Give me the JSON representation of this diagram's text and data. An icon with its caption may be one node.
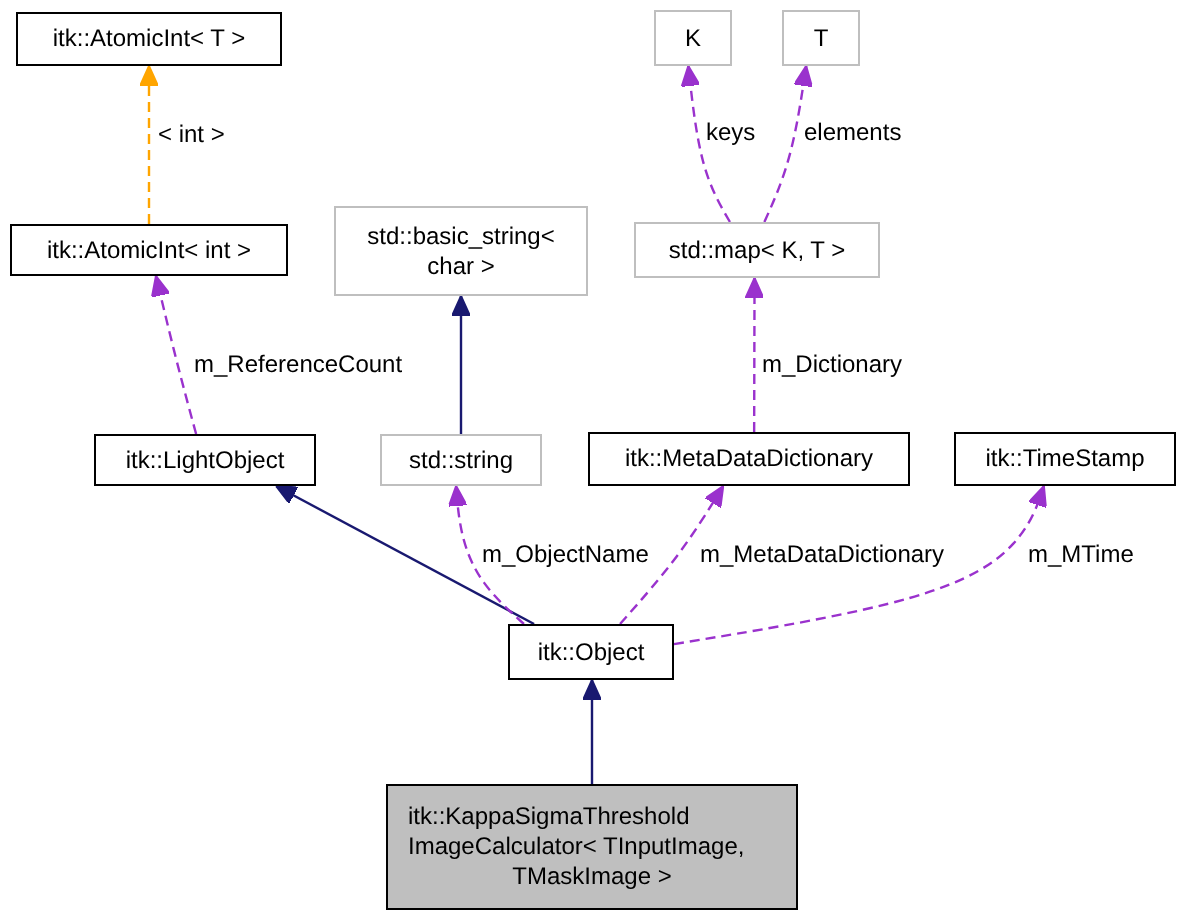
{
  "diagram": {
    "nodes": [
      {
        "text": [
          "itk::AtomicInt< T >"
        ]
      },
      {
        "text": [
          "K"
        ]
      },
      {
        "text": [
          "T"
        ]
      },
      {
        "text": [
          "itk::AtomicInt< int >"
        ]
      },
      {
        "text": [
          "std::basic_string< char >"
        ]
      },
      {
        "text": [
          "std::map< K, T >"
        ]
      },
      {
        "text": [
          "itk::LightObject"
        ]
      },
      {
        "text": [
          "std::string"
        ]
      },
      {
        "text": [
          "itk::MetaDataDictionary"
        ]
      },
      {
        "text": [
          "itk::TimeStamp"
        ]
      },
      {
        "text": [
          "itk::Object"
        ]
      },
      {
        "text": [
          "itk::KappaSigmaThreshold ImageCalculator< TInputImage, TMaskImage >"
        ]
      }
    ],
    "edges": [
      {
        "from": 3,
        "to": 0,
        "arrow": "to",
        "label": "< int >",
        "style": "dashed",
        "color": "#ffa500"
      },
      {
        "from": 6,
        "to": 3,
        "arrow": "to",
        "label": "m_ReferenceCount",
        "style": "dashed"
      },
      {
        "from": 7,
        "to": 4,
        "arrow": "to",
        "color": "#191970"
      },
      {
        "from": 5,
        "to": 1,
        "arrow": "to",
        "label": "keys",
        "style": "dashed"
      },
      {
        "from": 5,
        "to": 2,
        "arrow": "to",
        "label": "elements",
        "style": "dashed"
      },
      {
        "from": 8,
        "to": 5,
        "arrow": "to",
        "label": "m_Dictionary",
        "style": "dashed"
      },
      {
        "from": 10,
        "to": 6,
        "arrow": "to",
        "color": "#191970"
      },
      {
        "from": 10,
        "to": 7,
        "arrow": "to",
        "label": "m_ObjectName",
        "style": "dashed"
      },
      {
        "from": 10,
        "to": 8,
        "arrow": "to",
        "label": "m_MetaDataDictionary",
        "style": "dashed"
      },
      {
        "from": 10,
        "to": 9,
        "arrow": "to",
        "label": "m_MTime",
        "style": "dashed"
      },
      {
        "from": 11,
        "to": 10,
        "arrow": "to",
        "color": "#191970"
      }
    ]
  }
}
